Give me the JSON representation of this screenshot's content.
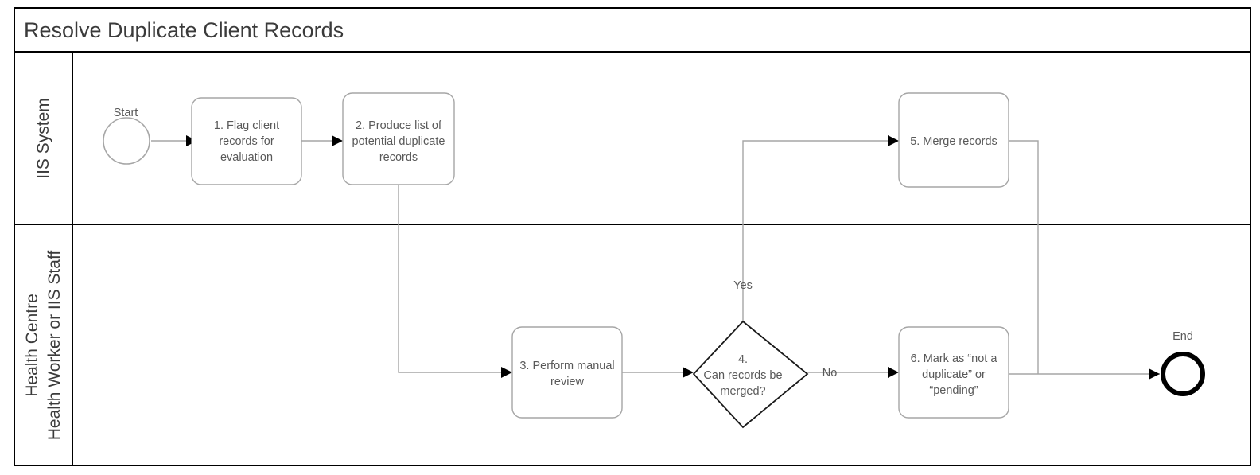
{
  "pool": {
    "title": "Resolve Duplicate Client Records"
  },
  "lanes": [
    {
      "id": "iis-system",
      "label_lines": [
        "IIS System"
      ]
    },
    {
      "id": "health-centre",
      "label_lines": [
        "Health Centre",
        "Health Worker or IIS Staff"
      ]
    }
  ],
  "events": [
    {
      "id": "start",
      "type": "start-event",
      "label": "Start"
    },
    {
      "id": "end",
      "type": "end-event",
      "label": "End"
    }
  ],
  "tasks": [
    {
      "id": "task-1",
      "lane": "iis-system",
      "lines": [
        "1. Flag client",
        "records for",
        "evaluation"
      ]
    },
    {
      "id": "task-2",
      "lane": "iis-system",
      "lines": [
        "2. Produce list of",
        "potential duplicate",
        "records"
      ]
    },
    {
      "id": "task-5",
      "lane": "iis-system",
      "lines": [
        "5. Merge records"
      ]
    },
    {
      "id": "task-3",
      "lane": "health-centre",
      "lines": [
        "3. Perform manual",
        "review"
      ]
    },
    {
      "id": "task-6",
      "lane": "health-centre",
      "lines": [
        "6. Mark as “not a",
        "duplicate” or",
        "“pending”"
      ]
    }
  ],
  "gateways": [
    {
      "id": "gateway-4",
      "lane": "health-centre",
      "lines": [
        "4.",
        "Can records be",
        "merged?"
      ]
    }
  ],
  "flow_labels": [
    {
      "id": "flow-label-yes",
      "text": "Yes"
    },
    {
      "id": "flow-label-no",
      "text": "No"
    }
  ],
  "colors": {
    "frame": "#000000",
    "task_border": "#a6a6a6",
    "connector": "#a6a6a6",
    "text": "#595959",
    "title_text": "#3b3b3b",
    "gateway_border": "#1a1a1a",
    "end_event": "#000000",
    "background": "#ffffff"
  }
}
